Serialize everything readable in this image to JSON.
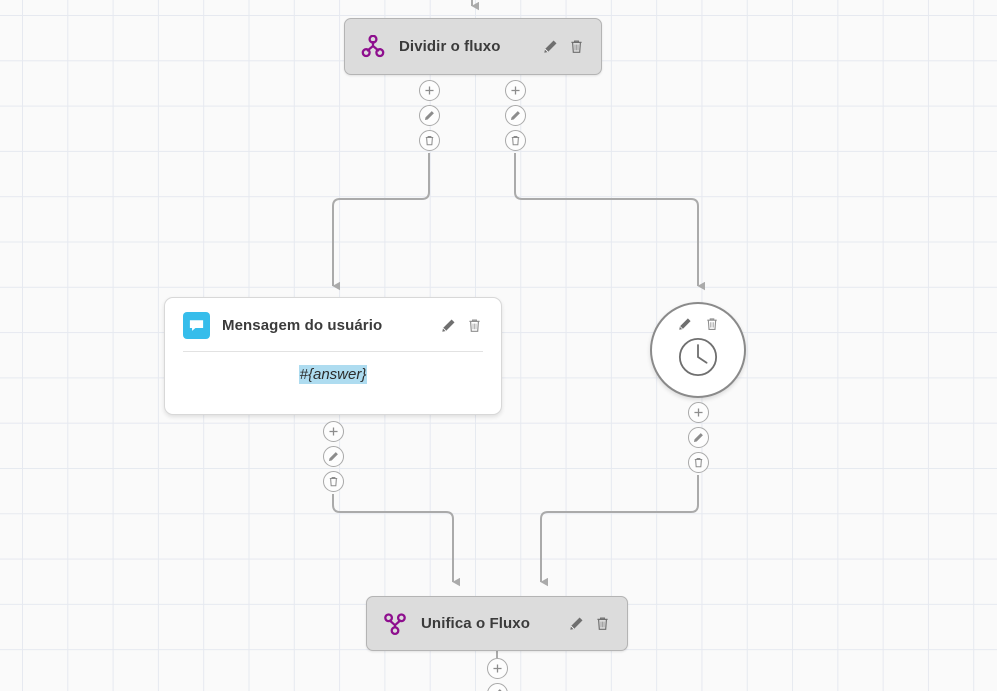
{
  "canvas": {
    "name": "flow-editor-canvas",
    "background_color": "#fafafa",
    "grid_line_color": "#e6e9f0",
    "grid_size": 45
  },
  "palette": {
    "node_gray_fill": "#dcdcdc",
    "node_gray_border": "#b4b4b4",
    "node_white_fill": "#ffffff",
    "accent_purple": "#8e0f8e",
    "accent_blue": "#36bdeb",
    "highlight_blue": "#aedcf0",
    "edge_gray": "#aaaaaa",
    "icon_gray": "#7d7d7d"
  },
  "nodes": [
    {
      "id": "split",
      "title": "Dividir o fluxo",
      "icon": "split-flow-icon",
      "type": "gray",
      "edit_label": "pencil-icon",
      "delete_label": "trash-icon"
    },
    {
      "id": "user-message",
      "title": "Mensagem do usuário",
      "icon": "chat-bubble-icon",
      "type": "white",
      "body_value": "#{answer}",
      "edit_label": "pencil-icon",
      "delete_label": "trash-icon"
    },
    {
      "id": "delay",
      "title": "",
      "icon": "clock-icon",
      "type": "circle",
      "edit_label": "pencil-icon",
      "delete_label": "trash-icon"
    },
    {
      "id": "merge",
      "title": "Unifica o Fluxo",
      "icon": "merge-flow-icon",
      "type": "gray",
      "edit_label": "pencil-icon",
      "delete_label": "trash-icon"
    }
  ],
  "connector_buttons": {
    "add": "plus-icon",
    "edit": "pencil-icon",
    "delete": "trash-icon"
  },
  "edges": [
    {
      "from": "top-entry",
      "to": "split"
    },
    {
      "from": "split-left",
      "to": "user-message"
    },
    {
      "from": "split-right",
      "to": "delay"
    },
    {
      "from": "user-message",
      "to": "merge"
    },
    {
      "from": "delay",
      "to": "merge"
    },
    {
      "from": "merge",
      "to": "bottom-exit"
    }
  ]
}
